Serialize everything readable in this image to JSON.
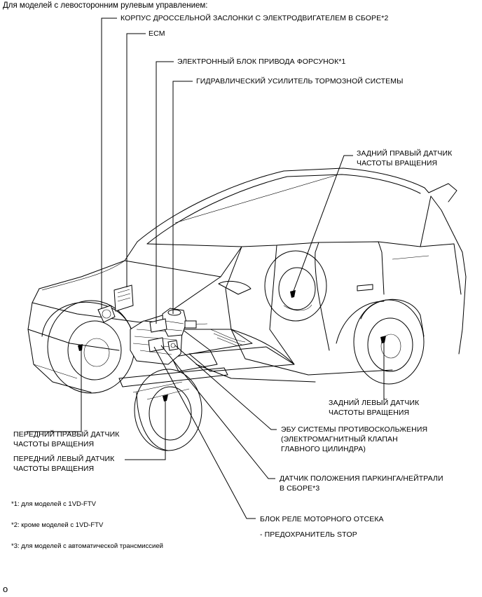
{
  "header": "Для моделей с левосторонним рулевым управлением:",
  "labels": {
    "throttle_body": "КОРПУС ДРОССЕЛЬНОЙ ЗАСЛОНКИ С ЭЛЕКТРОДВИГАТЕЛЕМ В СБОРЕ*2",
    "ecm": "ECM",
    "injector_driver": "ЭЛЕКТРОННЫЙ БЛОК ПРИВОДА ФОРСУНОК*1",
    "brake_booster": "ГИДРАВЛИЧЕСКИЙ УСИЛИТЕЛЬ ТОРМОЗНОЙ СИСТЕМЫ",
    "rear_right_sensor": [
      "ЗАДНИЙ ПРАВЫЙ ДАТЧИК",
      "ЧАСТОТЫ ВРАЩЕНИЯ"
    ],
    "rear_left_sensor": [
      "ЗАДНИЙ ЛЕВЫЙ ДАТЧИК",
      "ЧАСТОТЫ ВРАЩЕНИЯ"
    ],
    "front_right_sensor": [
      "ПЕРЕДНИЙ ПРАВЫЙ ДАТЧИК",
      "ЧАСТОТЫ ВРАЩЕНИЯ"
    ],
    "front_left_sensor": [
      "ПЕРЕДНИЙ ЛЕВЫЙ ДАТЧИК",
      "ЧАСТОТЫ ВРАЩЕНИЯ"
    ],
    "skid_control_ecu": [
      "ЭБУ СИСТЕМЫ ПРОТИВОСКОЛЬЖЕНИЯ",
      "(ЭЛЕКТРОМАГНИТНЫЙ КЛАПАН",
      "ГЛАВНОГО ЦИЛИНДРА)"
    ],
    "park_neutral_switch": [
      "ДАТЧИК ПОЛОЖЕНИЯ ПАРКИНГА/НЕЙТРАЛИ",
      "В СБОРЕ*3"
    ],
    "relay_block": "БЛОК РЕЛЕ МОТОРНОГО ОТСЕКА",
    "stop_fuse": "- ПРЕДОХРАНИТЕЛЬ STOP"
  },
  "footnotes": [
    "*1: для моделей с 1VD-FTV",
    "*2: кроме моделей с 1VD-FTV",
    "*3: для моделей с автоматической трансмиссией"
  ],
  "corner_mark": "o"
}
